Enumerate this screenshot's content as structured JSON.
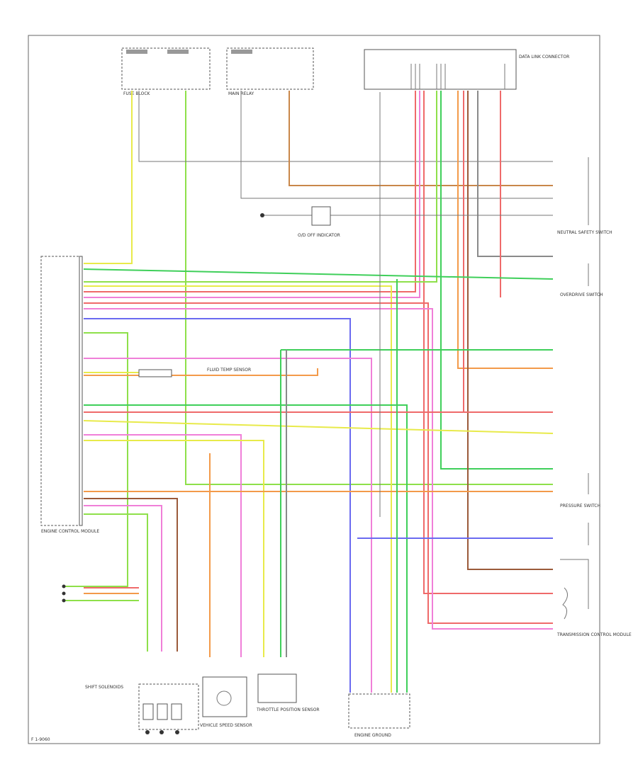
{
  "diagram": {
    "frame_label": "F 1-9060",
    "colors": {
      "yellow": "#e8ea4a",
      "light_green": "#8ee04a",
      "green": "#3fcf5a",
      "red": "#ef6a6a",
      "pink": "#f07fd8",
      "orange": "#f39a4a",
      "brown": "#9b5a3a",
      "gray": "#8a8a8a",
      "blue": "#6a6af0",
      "light_blue": "#8fb8ff",
      "black": "#333333"
    },
    "components": {
      "ecm": "ENGINE CONTROL MODULE",
      "tcm": "TRANSMISSION CONTROL MODULE",
      "solenoids": "SHIFT SOLENOIDS",
      "speed_sensor": "VEHICLE SPEED SENSOR",
      "throttle_sensor": "THROTTLE POSITION SENSOR",
      "ground": "ENGINE GROUND",
      "neutral_switch": "NEUTRAL SAFETY SWITCH",
      "overdrive_switch": "OVERDRIVE SWITCH",
      "pressure_switch": "PRESSURE SWITCH",
      "temp_sensor": "FLUID TEMP SENSOR",
      "fuse_block": "FUSE BLOCK",
      "relay": "MAIN RELAY",
      "data_link": "DATA LINK CONNECTOR",
      "indicator": "O/D OFF INDICATOR"
    }
  }
}
